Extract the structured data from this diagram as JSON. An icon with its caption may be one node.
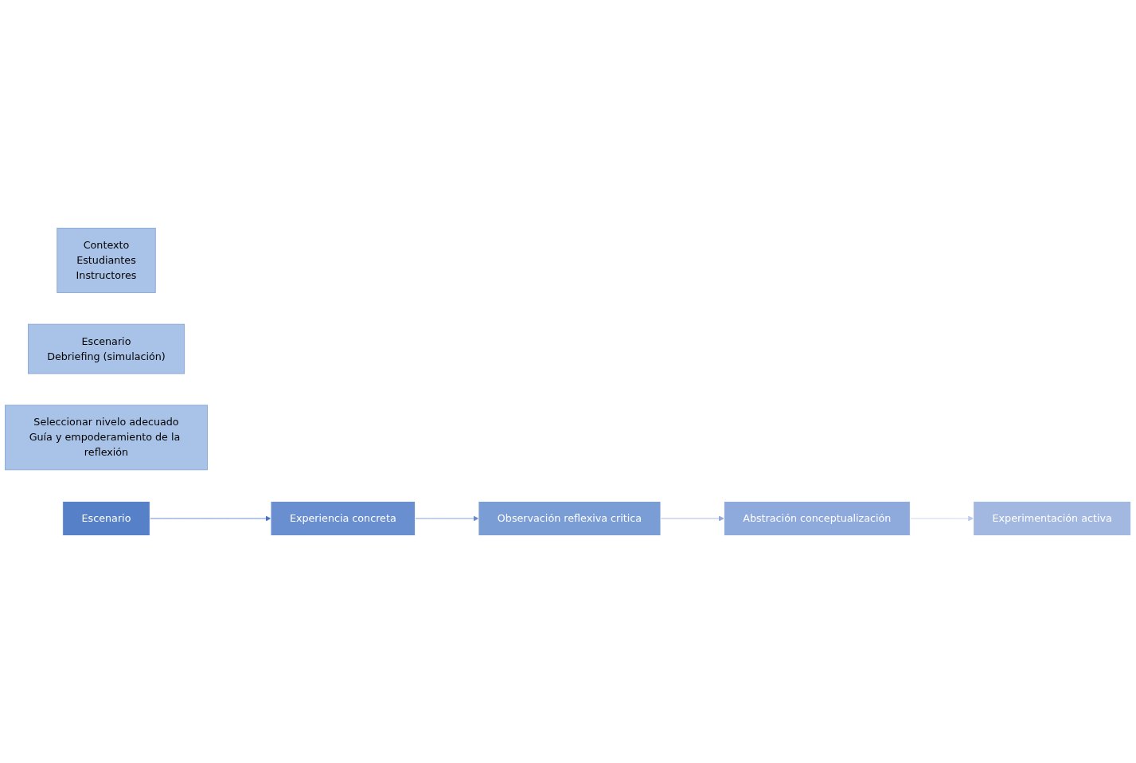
{
  "diagram": {
    "nodes": [
      {
        "text": [
          "Contexto",
          "Estudiantes",
          "Instructores"
        ]
      },
      {
        "text": [
          "Escenario",
          "Debriefing (simulación)"
        ]
      },
      {
        "text": [
          "Seleccionar nivelo adecuado",
          "Guía y empoderamiento de la reflexión"
        ]
      },
      {
        "text": [
          "Escenario"
        ]
      },
      {
        "text": [
          "Experiencia concreta"
        ]
      },
      {
        "text": [
          "Observación reflexiva critica"
        ]
      },
      {
        "text": [
          "Abstración conceptualización"
        ]
      },
      {
        "text": [
          "Experimentación activa"
        ]
      }
    ],
    "edges": [
      {
        "from": 3,
        "to": 4,
        "arrow": "to",
        "color": "#4472c4"
      },
      {
        "from": 4,
        "to": 5,
        "arrow": "to",
        "color": "#6a8acb"
      },
      {
        "from": 5,
        "to": 6,
        "arrow": "to",
        "color": "#97a9d6"
      },
      {
        "from": 6,
        "to": 7,
        "arrow": "to",
        "color": "#bccbe6"
      }
    ]
  }
}
